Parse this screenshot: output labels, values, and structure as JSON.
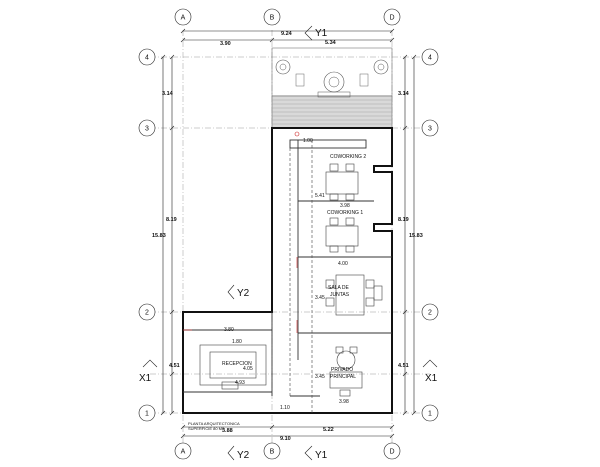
{
  "grid_cols": {
    "top": [
      "A",
      "B",
      "D"
    ],
    "bottom": [
      "A",
      "B",
      "D"
    ]
  },
  "grid_rows": {
    "left": [
      "4",
      "3",
      "2",
      "1"
    ],
    "right": [
      "4",
      "3",
      "2",
      "1"
    ]
  },
  "axes": {
    "y1_top": "Y1",
    "y1_bottom": "Y1",
    "y2_mid": "Y2",
    "y2_bottom": "Y2",
    "x1_left": "X1",
    "x1_right": "X1"
  },
  "dimensions": {
    "top_total": "9.24",
    "top_left": "3.90",
    "top_right": "5.34",
    "left_upper": "3.14",
    "left_mid": "8.19",
    "left_total": "15.83",
    "left_lower": "4.51",
    "right_upper": "3.14",
    "right_mid": "8.19",
    "right_total": "15.83",
    "right_lower": "4.51",
    "bottom_total": "9.10",
    "bottom_left": "3.88",
    "bottom_right": "5.22"
  },
  "rooms": {
    "coworking2": "COWORKING 2",
    "coworking1": "COWORKING 1",
    "sala_line1": "SALA DE",
    "sala_line2": "JUNTAS",
    "recepcion": "RECEPCION",
    "privado_line1": "PRIVADO",
    "privado_line2": "PRINCIPAL"
  },
  "inner_dims": {
    "d1": "1.00",
    "d2": "5.41",
    "d3": "3.98",
    "d4": "4.00",
    "d5": "3.45",
    "d6": "3.80",
    "d7": "1.80",
    "d8": "4.93",
    "d9": "4.05",
    "d10": "3.45",
    "d11": "3.98",
    "d12": "1.10"
  },
  "title_block": {
    "line1": "PLANTA ARQUITECTONICA",
    "line2": "SUPERFICIE 80 M2"
  }
}
